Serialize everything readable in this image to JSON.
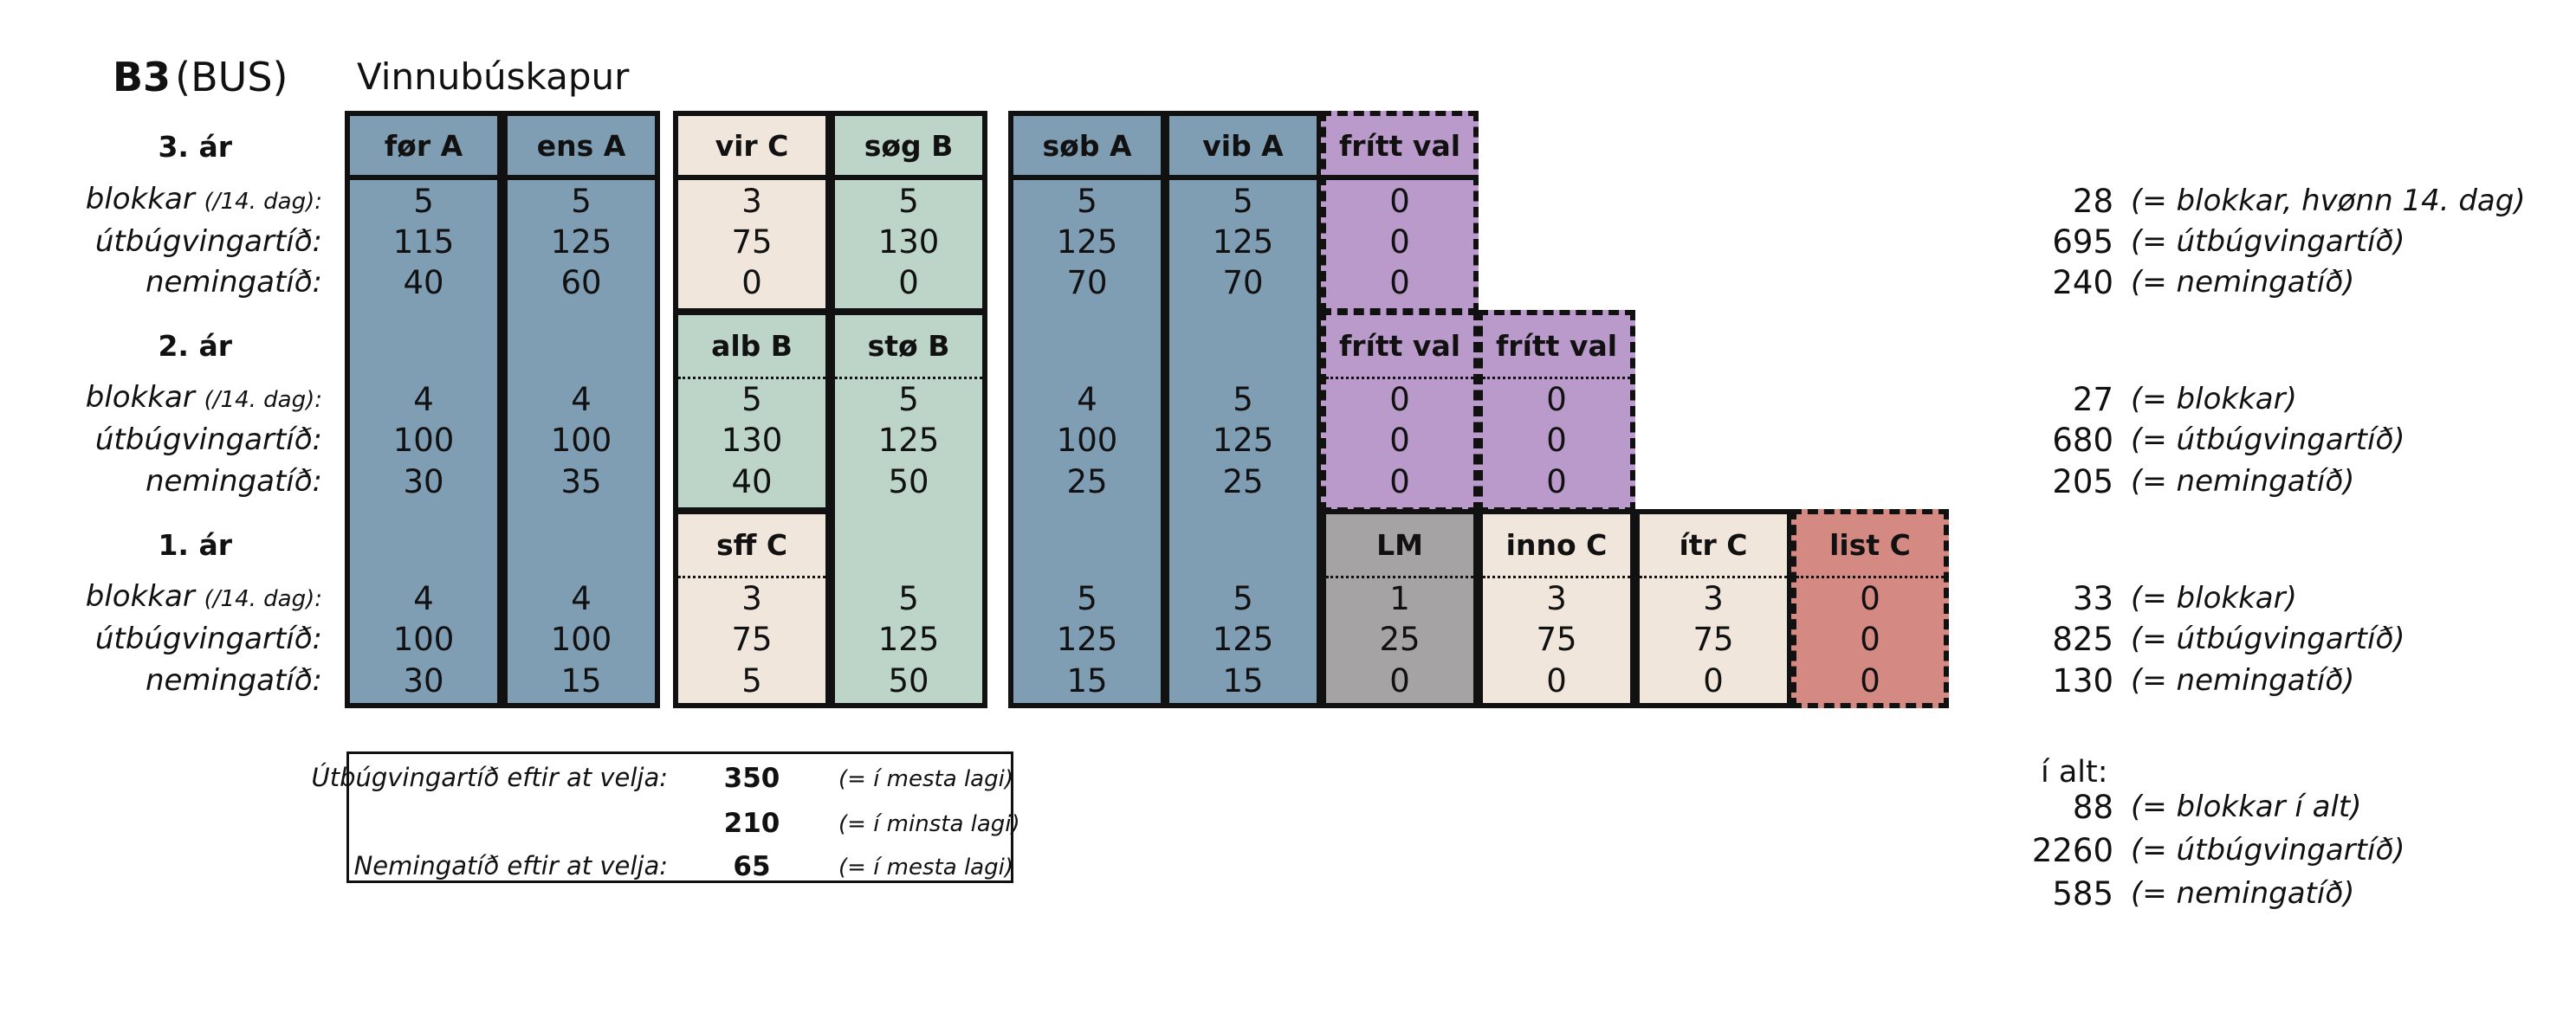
{
  "title": {
    "code": "B3",
    "paren": "(BUS)",
    "subtitle": "Vinnubúskapur"
  },
  "years": {
    "y3": "3. ár",
    "y2": "2. ár",
    "y1": "1. ár"
  },
  "row_labels": {
    "blokkar_main": "blokkar",
    "blokkar_sub": "(/14. dag):",
    "utbug": "útbúgvingartíð:",
    "naem": "nemingatíð:"
  },
  "colors": {
    "blue": "#7f9db3",
    "cream": "#f1e6dc",
    "green": "#bcd5c8",
    "purple": "#b99aca",
    "gray": "#a5a3a4",
    "red": "#d48a82"
  },
  "subjects": {
    "y3": [
      {
        "name": "før A",
        "blokkar": "5",
        "utbug": "115",
        "naem": "40"
      },
      {
        "name": "ens A",
        "blokkar": "5",
        "utbug": "125",
        "naem": "60"
      },
      {
        "name": "vir C",
        "blokkar": "3",
        "utbug": "75",
        "naem": "0"
      },
      {
        "name": "søg B",
        "blokkar": "5",
        "utbug": "130",
        "naem": "0"
      },
      {
        "name": "søb A",
        "blokkar": "5",
        "utbug": "125",
        "naem": "70"
      },
      {
        "name": "vib A",
        "blokkar": "5",
        "utbug": "125",
        "naem": "70"
      },
      {
        "name": "frítt val",
        "blokkar": "0",
        "utbug": "0",
        "naem": "0"
      }
    ],
    "y2": [
      {
        "name": "",
        "blokkar": "4",
        "utbug": "100",
        "naem": "30"
      },
      {
        "name": "",
        "blokkar": "4",
        "utbug": "100",
        "naem": "35"
      },
      {
        "name": "alb B",
        "blokkar": "5",
        "utbug": "130",
        "naem": "40"
      },
      {
        "name": "stø B",
        "blokkar": "5",
        "utbug": "125",
        "naem": "50"
      },
      {
        "name": "",
        "blokkar": "4",
        "utbug": "100",
        "naem": "25"
      },
      {
        "name": "",
        "blokkar": "5",
        "utbug": "125",
        "naem": "25"
      },
      {
        "name": "frítt val",
        "blokkar": "0",
        "utbug": "0",
        "naem": "0"
      },
      {
        "name": "frítt val",
        "blokkar": "0",
        "utbug": "0",
        "naem": "0"
      }
    ],
    "y1": [
      {
        "name": "",
        "blokkar": "4",
        "utbug": "100",
        "naem": "30"
      },
      {
        "name": "",
        "blokkar": "4",
        "utbug": "100",
        "naem": "15"
      },
      {
        "name": "sff C",
        "blokkar": "3",
        "utbug": "75",
        "naem": "5"
      },
      {
        "name": "",
        "blokkar": "5",
        "utbug": "125",
        "naem": "50"
      },
      {
        "name": "",
        "blokkar": "5",
        "utbug": "125",
        "naem": "15"
      },
      {
        "name": "",
        "blokkar": "5",
        "utbug": "125",
        "naem": "15"
      },
      {
        "name": "LM",
        "blokkar": "1",
        "utbug": "25",
        "naem": "0"
      },
      {
        "name": "inno C",
        "blokkar": "3",
        "utbug": "75",
        "naem": "0"
      },
      {
        "name": "ítr C",
        "blokkar": "3",
        "utbug": "75",
        "naem": "0"
      },
      {
        "name": "list C",
        "blokkar": "0",
        "utbug": "0",
        "naem": "0"
      }
    ]
  },
  "totals": {
    "y3": [
      {
        "num": "28",
        "lbl": "(= blokkar, hvønn 14. dag)"
      },
      {
        "num": "695",
        "lbl": "(= útbúgvingartíð)"
      },
      {
        "num": "240",
        "lbl": "(= nemingatíð)"
      }
    ],
    "y2": [
      {
        "num": "27",
        "lbl": "(= blokkar)"
      },
      {
        "num": "680",
        "lbl": "(= útbúgvingartíð)"
      },
      {
        "num": "205",
        "lbl": "(= nemingatíð)"
      }
    ],
    "y1": [
      {
        "num": "33",
        "lbl": "(= blokkar)"
      },
      {
        "num": "825",
        "lbl": "(= útbúgvingartíð)"
      },
      {
        "num": "130",
        "lbl": "(= nemingatíð)"
      }
    ]
  },
  "choose_box": {
    "utbug_label": "Útbúgvingartíð eftir at velja:",
    "utbug_max": "350",
    "utbug_max_note": "(= í mesta lagi)",
    "utbug_min": "210",
    "utbug_min_note": "(= í minsta lagi)",
    "naem_label": "Nemingatíð eftir at velja:",
    "naem_max": "65",
    "naem_max_note": "(= í mesta lagi)"
  },
  "grand_total": {
    "label": "í alt:",
    "rows": [
      {
        "num": "88",
        "lbl": "(= blokkar í alt)"
      },
      {
        "num": "2260",
        "lbl": "(= útbúgvingartíð)"
      },
      {
        "num": "585",
        "lbl": "(= nemingatíð)"
      }
    ]
  }
}
